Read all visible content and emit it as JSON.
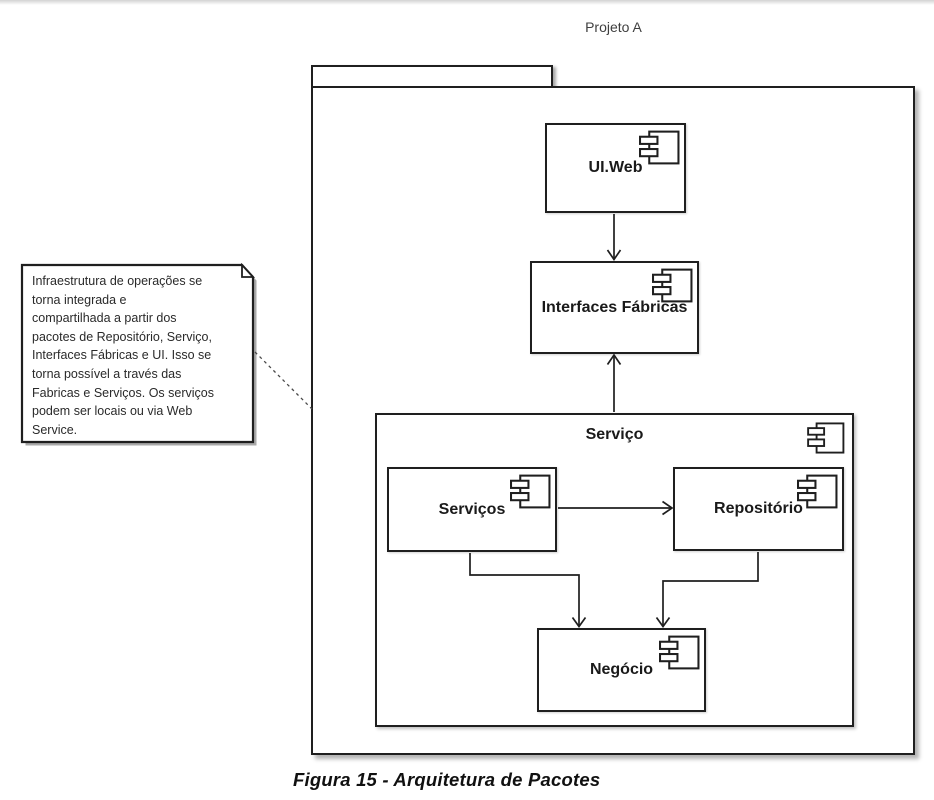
{
  "page": {
    "title": "Projeto A",
    "caption": "Figura 15 - Arquitetura de Pacotes"
  },
  "packages": {
    "servico": {
      "label": "Serviço"
    }
  },
  "components": {
    "ui_web": {
      "label": "UI.Web"
    },
    "interfaces_fabricas": {
      "label": "Interfaces Fábricas"
    },
    "servicos": {
      "label": "Serviços"
    },
    "repositorio": {
      "label": "Repositório"
    },
    "negocio": {
      "label": "Negócio"
    }
  },
  "note": {
    "lines": [
      "Infraestrutura de operações se",
      "torna integrada e",
      "compartilhada a partir dos",
      "pacotes de Repositório, Serviço,",
      "Interfaces Fábricas e UI. Isso se",
      "torna possível a través das",
      "Fabricas e Serviços. Os serviços",
      "podem ser locais ou via Web",
      "Service."
    ]
  },
  "icons": {
    "component": "component-icon",
    "note": "note-icon"
  },
  "colors": {
    "line": "#1f1f1f",
    "fill": "#ffffff",
    "title_text": "#3f3f3f",
    "shadow": "#aaaaaa"
  }
}
